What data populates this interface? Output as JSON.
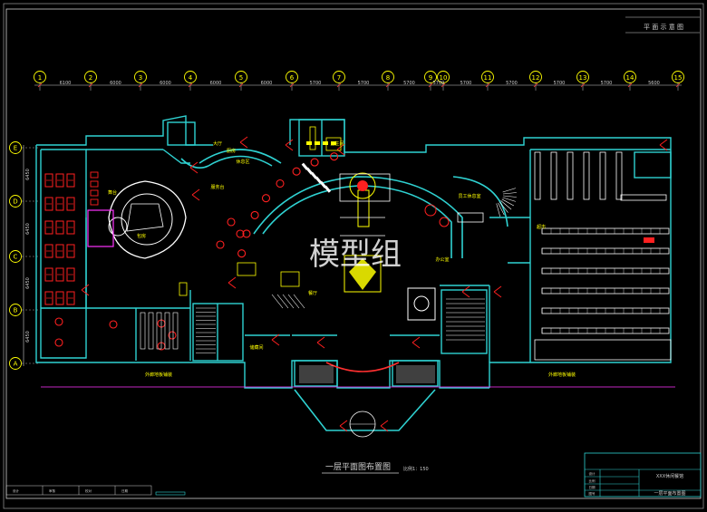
{
  "sheet": {
    "header_label": "平 面 示 意 图",
    "title": "一层平面图布置图",
    "scale": "比例1：150",
    "watermark": "模型组"
  },
  "grid": {
    "columns": [
      "1",
      "2",
      "3",
      "4",
      "5",
      "6",
      "7",
      "8",
      "9",
      "10",
      "11",
      "12",
      "13",
      "14",
      "15"
    ],
    "spacings": [
      "6100",
      "6000",
      "6000",
      "6000",
      "6000",
      "5700",
      "5700",
      "5700",
      "5700",
      "5700",
      "5700",
      "5700",
      "5700",
      "5600"
    ],
    "rows": [
      "E",
      "D",
      "C",
      "B",
      "A"
    ],
    "row_spacings": [
      "6450",
      "6450",
      "6450",
      "6450"
    ]
  },
  "rooms": [
    {
      "label": "大厅",
      "tag": "lobby"
    },
    {
      "label": "休息区",
      "tag": "lounge"
    },
    {
      "label": "服务台",
      "tag": "reception"
    },
    {
      "label": "卫生间",
      "tag": "wc"
    },
    {
      "label": "厨房",
      "tag": "kitchen"
    },
    {
      "label": "餐厅",
      "tag": "dining"
    },
    {
      "label": "包房",
      "tag": "private-room"
    },
    {
      "label": "舞台",
      "tag": "stage"
    },
    {
      "label": "储藏间",
      "tag": "storage"
    },
    {
      "label": "员工休息室",
      "tag": "staff"
    },
    {
      "label": "超市",
      "tag": "market"
    },
    {
      "label": "办公室",
      "tag": "office"
    }
  ],
  "labels": {
    "corridor_left": "外廊地板铺装",
    "corridor_right": "外廊地板铺装"
  },
  "title_block": {
    "project": "XXX休闲餐馆",
    "drawing_name": "一层平面布置图",
    "rows": [
      "设计",
      "比例",
      "日期",
      "图号"
    ],
    "bottom_cells": [
      "设计",
      "审核",
      "校对",
      "日期"
    ]
  },
  "colors": {
    "wall": "#2fd2d2",
    "furniture": "#ffffff",
    "red": "#ff2020",
    "yellow": "#ffff00",
    "magenta": "#ff33ff",
    "green": "#20ff20",
    "frame": "#cfcfcf"
  }
}
